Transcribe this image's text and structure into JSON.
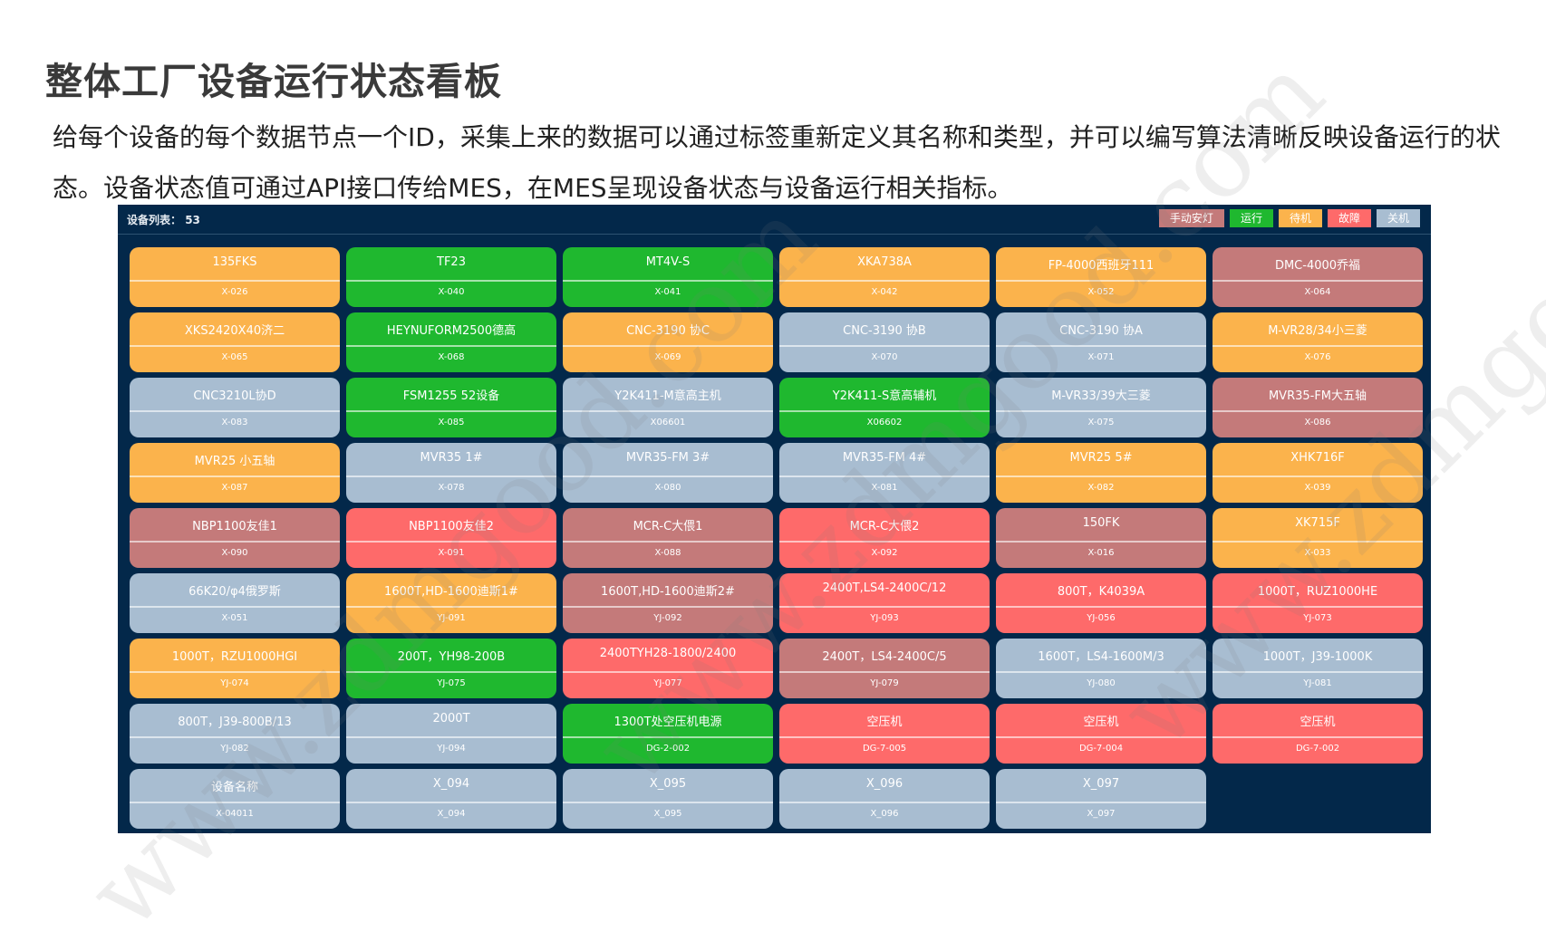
{
  "title": "整体工厂设备运行状态看板",
  "description": "给每个设备的每个数据节点一个ID，采集上来的数据可以通过标签重新定义其名称和类型，并可以编写算法清晰反映设备运行的状态。设备状态值可通过API接口传给MES，在MES呈现设备状态与设备运行相关指标。",
  "watermark": "www.zdmgood.com",
  "board": {
    "count_label": "设备列表：",
    "count": "53",
    "legend": [
      {
        "label": "手动安灯",
        "status": "andon"
      },
      {
        "label": "运行",
        "status": "run"
      },
      {
        "label": "待机",
        "status": "idle"
      },
      {
        "label": "故障",
        "status": "fault"
      },
      {
        "label": "关机",
        "status": "off"
      }
    ],
    "status_colors": {
      "andon": "#c47a7a",
      "run": "#1fb82f",
      "idle": "#fbb34c",
      "fault": "#fe6a6a",
      "off": "#a8bdd1"
    },
    "devices": [
      {
        "name": "135FKS",
        "id": "X-026",
        "status": "idle"
      },
      {
        "name": "TF23",
        "id": "X-040",
        "status": "run"
      },
      {
        "name": "MT4V-S",
        "id": "X-041",
        "status": "run"
      },
      {
        "name": "XKA738A",
        "id": "X-042",
        "status": "idle"
      },
      {
        "name": "FP-4000西班牙111",
        "id": "X-052",
        "status": "idle"
      },
      {
        "name": "DMC-4000乔福",
        "id": "X-064",
        "status": "andon"
      },
      {
        "name": "XKS2420X40济二",
        "id": "X-065",
        "status": "idle"
      },
      {
        "name": "HEYNUFORM2500德高",
        "id": "X-068",
        "status": "run"
      },
      {
        "name": "CNC-3190 协C",
        "id": "X-069",
        "status": "idle"
      },
      {
        "name": "CNC-3190 协B",
        "id": "X-070",
        "status": "off"
      },
      {
        "name": "CNC-3190 协A",
        "id": "X-071",
        "status": "off"
      },
      {
        "name": "M-VR28/34小三菱",
        "id": "X-076",
        "status": "idle"
      },
      {
        "name": "CNC3210L协D",
        "id": "X-083",
        "status": "off"
      },
      {
        "name": "FSM1255 52设备",
        "id": "X-085",
        "status": "run"
      },
      {
        "name": "Y2K411-M意高主机",
        "id": "X06601",
        "status": "off"
      },
      {
        "name": "Y2K411-S意高辅机",
        "id": "X06602",
        "status": "run"
      },
      {
        "name": "M-VR33/39大三菱",
        "id": "X-075",
        "status": "off"
      },
      {
        "name": "MVR35-FM大五轴",
        "id": "X-086",
        "status": "andon"
      },
      {
        "name": "MVR25 小五轴",
        "id": "X-087",
        "status": "idle"
      },
      {
        "name": "MVR35 1#",
        "id": "X-078",
        "status": "off"
      },
      {
        "name": "MVR35-FM 3#",
        "id": "X-080",
        "status": "off"
      },
      {
        "name": "MVR35-FM 4#",
        "id": "X-081",
        "status": "off"
      },
      {
        "name": "MVR25 5#",
        "id": "X-082",
        "status": "idle"
      },
      {
        "name": "XHK716F",
        "id": "X-039",
        "status": "idle"
      },
      {
        "name": "NBP1100友佳1",
        "id": "X-090",
        "status": "andon"
      },
      {
        "name": "NBP1100友佳2",
        "id": "X-091",
        "status": "fault"
      },
      {
        "name": "MCR-C大偎1",
        "id": "X-088",
        "status": "andon"
      },
      {
        "name": "MCR-C大偎2",
        "id": "X-092",
        "status": "fault"
      },
      {
        "name": "150FK",
        "id": "X-016",
        "status": "andon"
      },
      {
        "name": "XK715F",
        "id": "X-033",
        "status": "idle"
      },
      {
        "name": "66K20/φ4俄罗斯",
        "id": "X-051",
        "status": "off"
      },
      {
        "name": "1600T,HD-1600迪斯1#",
        "id": "YJ-091",
        "status": "idle"
      },
      {
        "name": "1600T,HD-1600迪斯2#",
        "id": "YJ-092",
        "status": "andon"
      },
      {
        "name": "2400T,LS4-2400C/12",
        "id": "YJ-093",
        "status": "fault"
      },
      {
        "name": "800T，K4039A",
        "id": "YJ-056",
        "status": "fault"
      },
      {
        "name": "1000T，RUZ1000HE",
        "id": "YJ-073",
        "status": "fault"
      },
      {
        "name": "1000T，RZU1000HGI",
        "id": "YJ-074",
        "status": "idle"
      },
      {
        "name": "200T，YH98-200B",
        "id": "YJ-075",
        "status": "run"
      },
      {
        "name": "2400TYH28-1800/2400",
        "id": "YJ-077",
        "status": "fault"
      },
      {
        "name": "2400T，LS4-2400C/5",
        "id": "YJ-079",
        "status": "andon"
      },
      {
        "name": "1600T，LS4-1600M/3",
        "id": "YJ-080",
        "status": "off"
      },
      {
        "name": "1000T，J39-1000K",
        "id": "YJ-081",
        "status": "off"
      },
      {
        "name": "800T，J39-800B/13",
        "id": "YJ-082",
        "status": "off"
      },
      {
        "name": "2000T",
        "id": "YJ-094",
        "status": "off"
      },
      {
        "name": "1300T处空压机电源",
        "id": "DG-2-002",
        "status": "run"
      },
      {
        "name": "空压机",
        "id": "DG-7-005",
        "status": "fault"
      },
      {
        "name": "空压机",
        "id": "DG-7-004",
        "status": "fault"
      },
      {
        "name": "空压机",
        "id": "DG-7-002",
        "status": "fault"
      },
      {
        "name": "设备名称",
        "id": "X-04011",
        "status": "off"
      },
      {
        "name": "X_094",
        "id": "X_094",
        "status": "off"
      },
      {
        "name": "X_095",
        "id": "X_095",
        "status": "off"
      },
      {
        "name": "X_096",
        "id": "X_096",
        "status": "off"
      },
      {
        "name": "X_097",
        "id": "X_097",
        "status": "off"
      }
    ]
  }
}
